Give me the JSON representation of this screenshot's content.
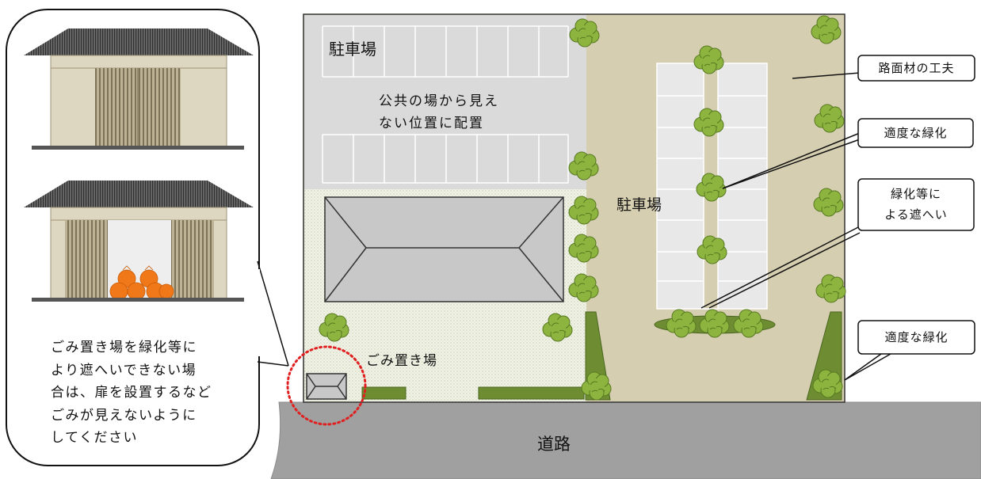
{
  "labels": {
    "parking_top": "駐車場",
    "parking_note": "公共の場から見え\nない位置に配置",
    "parking_right": "駐車場",
    "garbage_area": "ごみ置き場",
    "road": "道路"
  },
  "callouts": {
    "paving": "路面材の工夫",
    "greening_mid": "適度な緑化",
    "screening": "緑化等に\nよる遮へい",
    "greening_bottom": "適度な緑化"
  },
  "inset": {
    "note": "ごみ置き場を緑化等に\nより遮へいできない場\n合は、扉を設置するなど\nごみが見えないように\nしてください"
  },
  "colors": {
    "paving": "#d6ceb0",
    "parking_gray": "#dadada",
    "lawn": "#eef0e2",
    "tree": "#8cb43e",
    "hedge": "#6e8d32",
    "road": "#a0a0a0",
    "roof": "#555555",
    "shed_wall": "#ddd6c0",
    "garbage_bags": "#f07818",
    "highlight_circle": "#e02020"
  }
}
